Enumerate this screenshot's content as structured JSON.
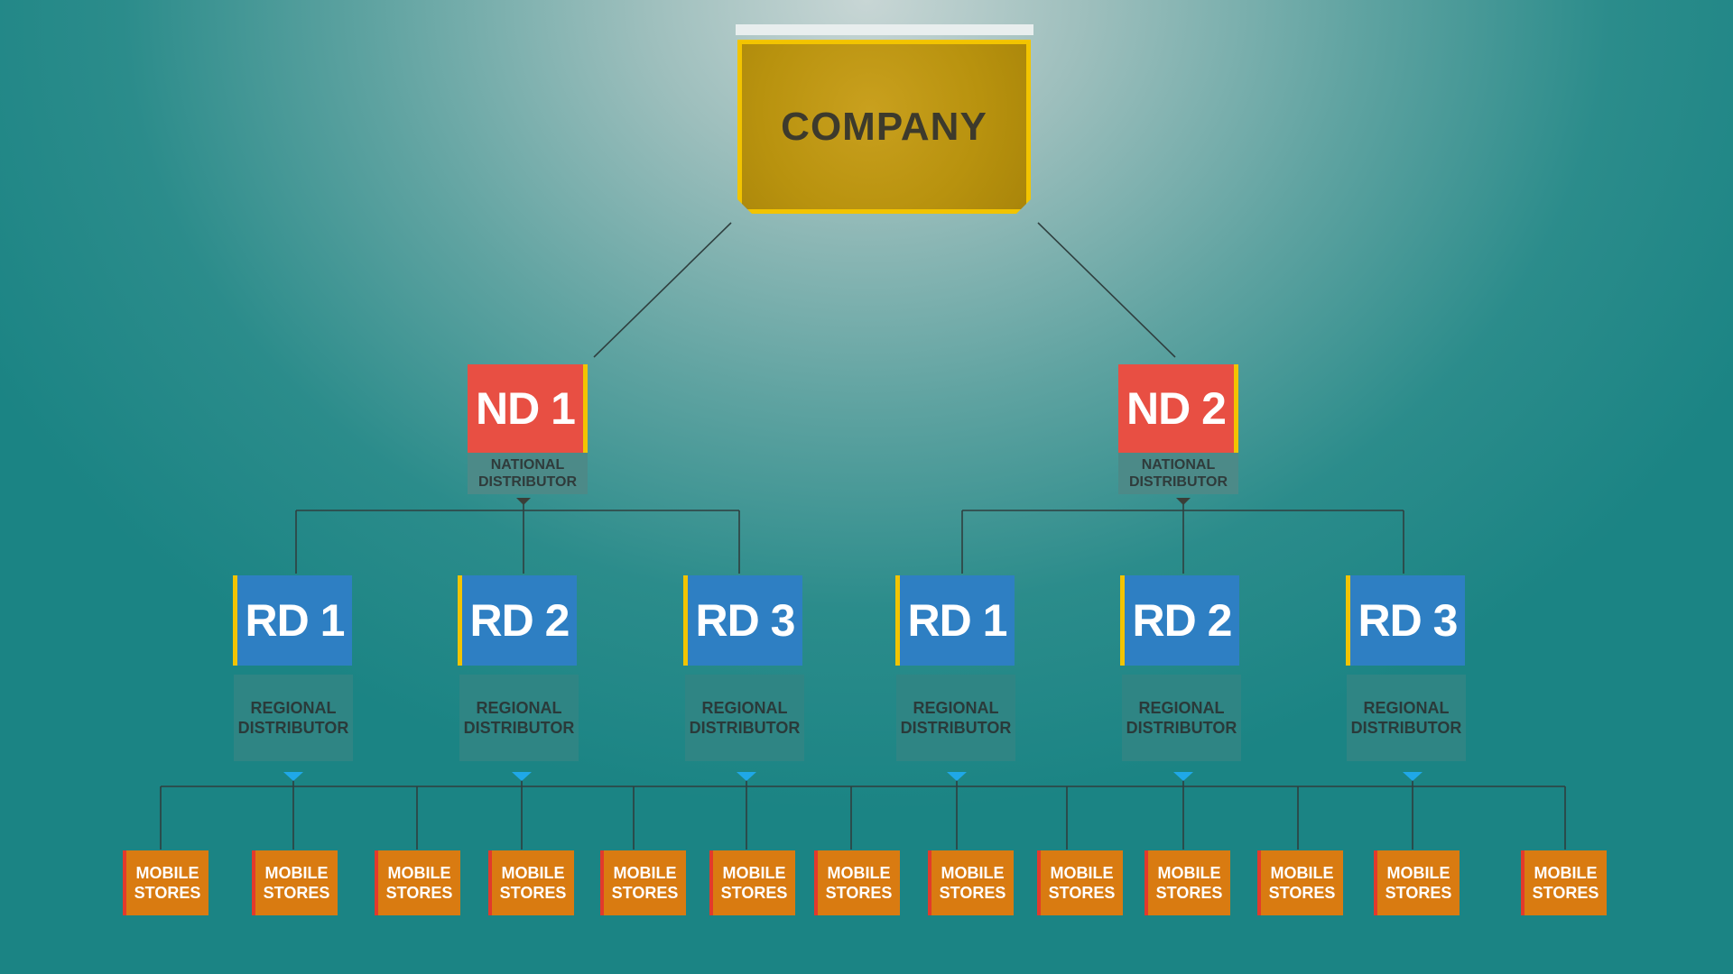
{
  "company": {
    "label": "COMPANY"
  },
  "national_distributors": [
    {
      "code": "ND 1",
      "role": "NATIONAL\nDISTRIBUTOR"
    },
    {
      "code": "ND 2",
      "role": "NATIONAL\nDISTRIBUTOR"
    }
  ],
  "regional_distributors": [
    {
      "code": "RD 1",
      "role": "REGIONAL\nDISTRIBUTOR"
    },
    {
      "code": "RD 2",
      "role": "REGIONAL\nDISTRIBUTOR"
    },
    {
      "code": "RD 3",
      "role": "REGIONAL\nDISTRIBUTOR"
    },
    {
      "code": "RD 1",
      "role": "REGIONAL\nDISTRIBUTOR"
    },
    {
      "code": "RD 2",
      "role": "REGIONAL\nDISTRIBUTOR"
    },
    {
      "code": "RD 3",
      "role": "REGIONAL\nDISTRIBUTOR"
    }
  ],
  "mobile_stores": [
    "MOBILE\nSTORES",
    "MOBILE\nSTORES",
    "MOBILE\nSTORES",
    "MOBILE\nSTORES",
    "MOBILE\nSTORES",
    "MOBILE\nSTORES",
    "MOBILE\nSTORES",
    "MOBILE\nSTORES",
    "MOBILE\nSTORES",
    "MOBILE\nSTORES",
    "MOBILE\nSTORES",
    "MOBILE\nSTORES",
    "MOBILE\nSTORES"
  ],
  "colors": {
    "company": "#b8920e",
    "company_border": "#f2c400",
    "national": "#e84f43",
    "regional": "#2e7fc3",
    "store": "#d97b11",
    "store_accent": "#e23a2c",
    "connector": "#2f3f3f",
    "arrow": "#1fa8e8"
  }
}
